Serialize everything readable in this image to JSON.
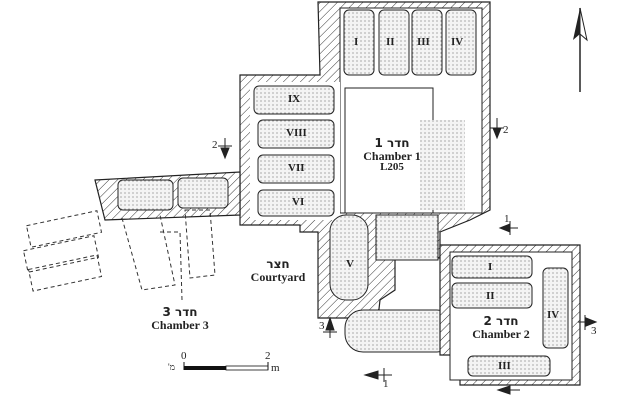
{
  "chamber1": {
    "hebrew": "חדר 1",
    "english": "Chamber 1",
    "locus": "L205"
  },
  "chamber2": {
    "hebrew": "חדר 2",
    "english": "Chamber 2"
  },
  "chamber3": {
    "hebrew": "חדר 3",
    "english": "Chamber 3"
  },
  "courtyard": {
    "hebrew": "חצר",
    "english": "Courtyard"
  },
  "kokhim_chamber1": [
    "I",
    "II",
    "III",
    "IV",
    "V",
    "VI",
    "VII",
    "VIII",
    "IX"
  ],
  "kokhim_chamber2": [
    "I",
    "II",
    "III",
    "IV"
  ],
  "sections": {
    "s1a": "1",
    "s1b": "1",
    "s2a": "2",
    "s2b": "2",
    "s3a": "3",
    "s3b": "3"
  },
  "scale": {
    "start": "0",
    "end": "2",
    "unit": "m",
    "unit_he": "מ'"
  }
}
